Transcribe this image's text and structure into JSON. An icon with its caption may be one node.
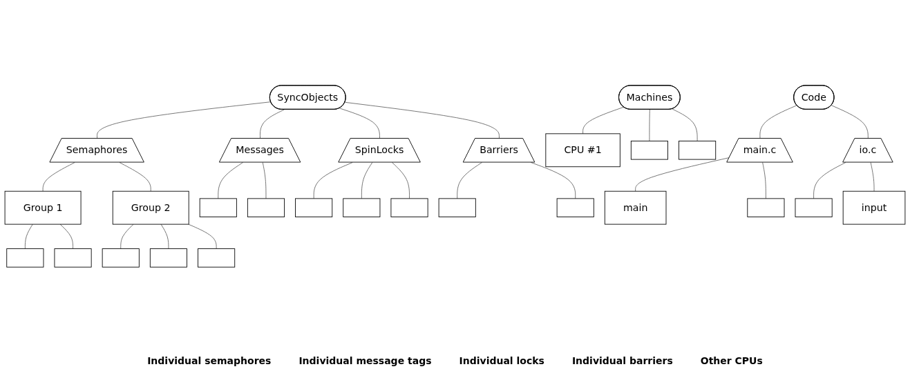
{
  "diagram": {
    "nodes": [
      {
        "text": [
          "SyncObjects"
        ]
      },
      {
        "text": [
          "Semaphores"
        ]
      },
      {
        "text": [
          "Messages"
        ]
      },
      {
        "text": [
          "SpinLocks"
        ]
      },
      {
        "text": [
          "Barriers"
        ]
      },
      {
        "text": [
          "Group 1"
        ]
      },
      {
        "text": [
          "Group 2"
        ]
      },
      {
        "text": [],
        "shape": "box"
      },
      {
        "text": [],
        "shape": "box"
      },
      {
        "text": [],
        "shape": "box"
      },
      {
        "text": [],
        "shape": "box"
      },
      {
        "text": [],
        "shape": "box"
      },
      {
        "text": [],
        "shape": "box"
      },
      {
        "text": [],
        "shape": "box"
      },
      {
        "text": [],
        "shape": "box"
      },
      {
        "text": [],
        "shape": "box"
      },
      {
        "text": [],
        "shape": "box"
      },
      {
        "text": [],
        "shape": "box"
      },
      {
        "text": [],
        "shape": "box"
      },
      {
        "text": [
          "Machines"
        ]
      },
      {
        "text": [
          "CPU #1"
        ]
      },
      {
        "text": [],
        "shape": "box"
      },
      {
        "text": [],
        "shape": "box"
      },
      {
        "text": [
          "Code"
        ]
      },
      {
        "text": [
          "main.c"
        ]
      },
      {
        "text": [
          "io.c"
        ]
      },
      {
        "text": [
          "main"
        ]
      },
      {
        "text": [],
        "shape": "box"
      },
      {
        "text": [],
        "shape": "box"
      },
      {
        "text": [
          "input"
        ]
      }
    ],
    "edges": [
      {
        "from": 0,
        "to": 1,
        "arrow": "none"
      },
      {
        "from": 0,
        "to": 2,
        "arrow": "none"
      },
      {
        "from": 0,
        "to": 3,
        "arrow": "none"
      },
      {
        "from": 0,
        "to": 4,
        "arrow": "none"
      },
      {
        "from": 1,
        "to": 5,
        "arrow": "none"
      },
      {
        "from": 1,
        "to": 6,
        "arrow": "none"
      },
      {
        "from": 5,
        "to": 7,
        "arrow": "none"
      },
      {
        "from": 5,
        "to": 8,
        "arrow": "none"
      },
      {
        "from": 6,
        "to": 9,
        "arrow": "none"
      },
      {
        "from": 6,
        "to": 10,
        "arrow": "none"
      },
      {
        "from": 6,
        "to": 11,
        "arrow": "none"
      },
      {
        "from": 2,
        "to": 12,
        "arrow": "none"
      },
      {
        "from": 2,
        "to": 13,
        "arrow": "none"
      },
      {
        "from": 3,
        "to": 14,
        "arrow": "none"
      },
      {
        "from": 3,
        "to": 15,
        "arrow": "none"
      },
      {
        "from": 3,
        "to": 16,
        "arrow": "none"
      },
      {
        "from": 4,
        "to": 17,
        "arrow": "none"
      },
      {
        "from": 4,
        "to": 18,
        "arrow": "none"
      },
      {
        "from": 19,
        "to": 20,
        "arrow": "none"
      },
      {
        "from": 19,
        "to": 21,
        "arrow": "none"
      },
      {
        "from": 19,
        "to": 22,
        "arrow": "none"
      },
      {
        "from": 23,
        "to": 24,
        "arrow": "none"
      },
      {
        "from": 23,
        "to": 25,
        "arrow": "none"
      },
      {
        "from": 24,
        "to": 26,
        "arrow": "none"
      },
      {
        "from": 24,
        "to": 27,
        "arrow": "none"
      },
      {
        "from": 25,
        "to": 28,
        "arrow": "none"
      },
      {
        "from": 25,
        "to": 29,
        "arrow": "none"
      }
    ],
    "labels": [
      "Individual semaphores",
      "Individual message tags",
      "Individual locks",
      "Individual barriers",
      "Other CPUs"
    ]
  }
}
